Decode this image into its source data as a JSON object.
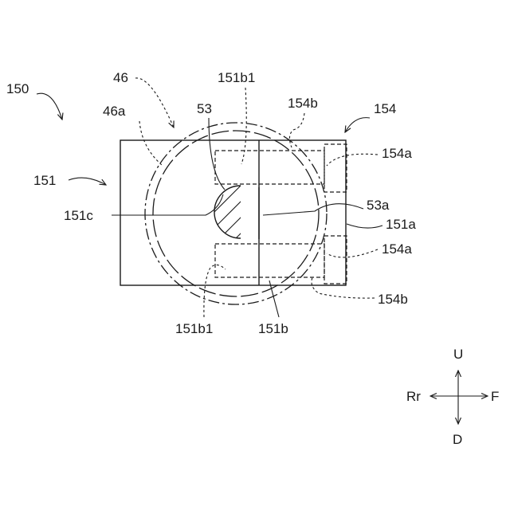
{
  "labels": {
    "l150": "150",
    "l46": "46",
    "l46a": "46a",
    "l53": "53",
    "l151b1_top": "151b1",
    "l154b_top": "154b",
    "l154": "154",
    "l154a_top": "154a",
    "l151": "151",
    "l53a": "53a",
    "l151c": "151c",
    "l151a": "151a",
    "l154a_bottom": "154a",
    "l154b_bottom": "154b",
    "l151b1_bottom": "151b1",
    "l151b": "151b"
  },
  "directions": {
    "up": "U",
    "down": "D",
    "rear": "Rr",
    "front": "F"
  }
}
